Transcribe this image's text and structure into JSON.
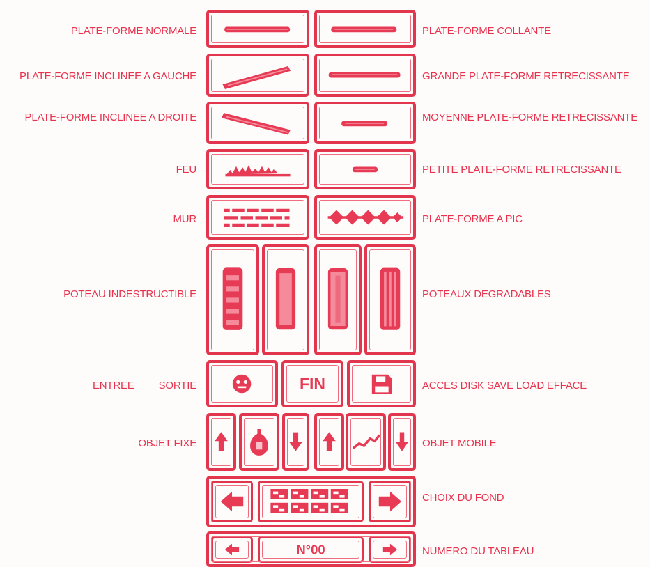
{
  "colors": {
    "accent": "#e73a55",
    "background": "#fdfcfb"
  },
  "labels_left": {
    "platform_normal": "PLATE-FORME NORMALE",
    "platform_incline_left": "PLATE-FORME INCLINEE A GAUCHE",
    "platform_incline_right": "PLATE-FORME INCLINEE A DROITE",
    "fire": "FEU",
    "wall": "MUR",
    "pole_indestructible": "POTEAU INDESTRUCTIBLE",
    "entry": "ENTREE",
    "exit": "SORTIE",
    "fixed_object": "OBJET FIXE"
  },
  "labels_right": {
    "platform_sticky": "PLATE-FORME COLLANTE",
    "platform_large_shrinking": "GRANDE PLATE-FORME RETRECISSANTE",
    "platform_medium_shrinking": "MOYENNE PLATE-FORME RETRECISSANTE",
    "platform_small_shrinking": "PETITE PLATE-FORME RETRECISSANTE",
    "platform_spike": "PLATE-FORME A PIC",
    "poles_degradable": "POTEAUX DEGRADABLES",
    "disk_access": "ACCES DISK SAVE LOAD EFFACE",
    "mobile_object": "OBJET MOBILE",
    "background_choice": "CHOIX DU FOND",
    "board_number": "NUMERO DU TABLEAU"
  },
  "buttons": {
    "end_label": "FIN",
    "board_number_value": "N°00"
  },
  "icons": {
    "entry": "face-icon",
    "disk": "floppy-disk-icon",
    "up": "arrow-up-icon",
    "down": "arrow-down-icon",
    "left": "arrow-left-icon",
    "right": "arrow-right-icon"
  }
}
